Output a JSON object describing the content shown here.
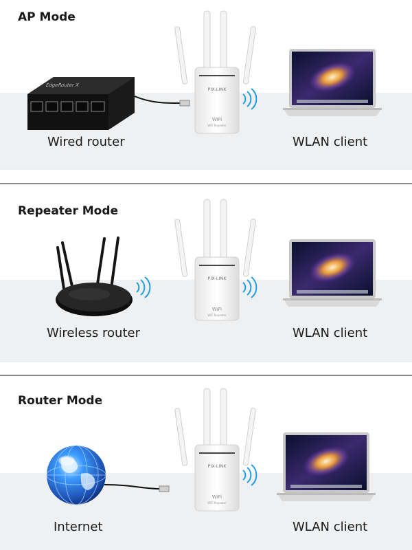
{
  "modes": [
    {
      "title": "AP Mode",
      "source_label": "Wired router",
      "target_label": "WLAN client"
    },
    {
      "title": "Repeater Mode",
      "source_label": "Wireless router",
      "target_label": "WLAN client"
    },
    {
      "title": "Router Mode",
      "source_label": "Internet",
      "target_label": "WLAN client"
    }
  ],
  "extender": {
    "brand": "PIX-LINK",
    "wifi_text": "WiFi",
    "subtext": "WiFi Repeater"
  },
  "icons": {
    "wifi_signal": "wifi-signal-icon",
    "cable": "ethernet-cable-icon"
  },
  "colors": {
    "band": "#eef0f2",
    "separator": "#8a8a8a",
    "wifi_waves": "#1e9de0",
    "globe": "#1c63c9"
  }
}
